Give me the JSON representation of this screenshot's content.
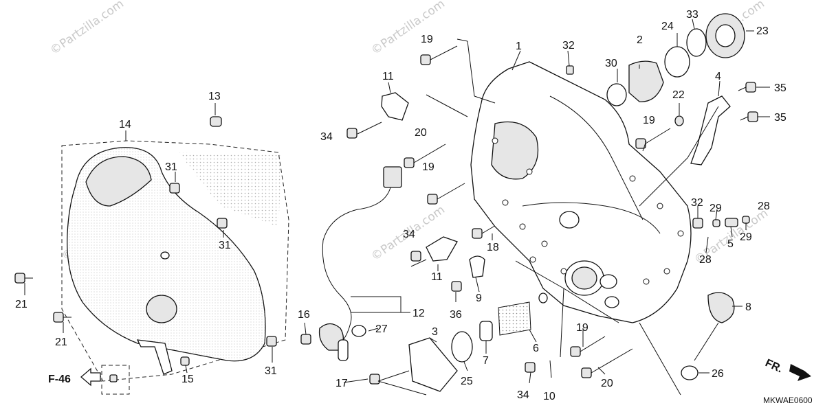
{
  "diagram": {
    "code": "MKWAE0600",
    "ref_label": "F-46",
    "direction_label": "FR.",
    "watermark": "©Partzilla.com"
  },
  "callouts": {
    "c1": "1",
    "c2": "2",
    "c3": "3",
    "c4": "4",
    "c5": "5",
    "c6": "6",
    "c7": "7",
    "c8": "8",
    "c9": "9",
    "c10": "10",
    "c11a": "11",
    "c11b": "11",
    "c12": "12",
    "c13": "13",
    "c14": "14",
    "c15": "15",
    "c16": "16",
    "c17": "17",
    "c18": "18",
    "c19a": "19",
    "c19b": "19",
    "c19c": "19",
    "c19d": "19",
    "c20a": "20",
    "c20b": "20",
    "c21a": "21",
    "c21b": "21",
    "c22": "22",
    "c23": "23",
    "c24": "24",
    "c25": "25",
    "c26": "26",
    "c27": "27",
    "c28a": "28",
    "c28b": "28",
    "c29a": "29",
    "c29b": "29",
    "c30": "30",
    "c31a": "31",
    "c31b": "31",
    "c31c": "31",
    "c32a": "32",
    "c32b": "32",
    "c33": "33",
    "c34a": "34",
    "c34b": "34",
    "c34c": "34",
    "c35a": "35",
    "c35b": "35",
    "c36": "36"
  }
}
